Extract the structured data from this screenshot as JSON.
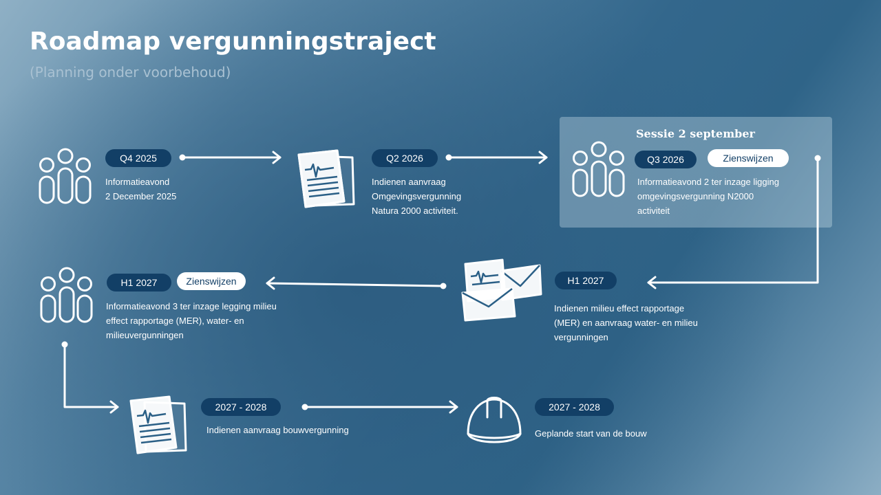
{
  "title": "Roadmap vergunningstraject",
  "subtitle": "(Planning onder voorbehoud)",
  "session": {
    "title": "Sessie 2 september"
  },
  "milestones": [
    {
      "period": "Q4 2025",
      "icon": "people-icon",
      "description_lines": [
        "Informatieavond",
        "2 December 2025"
      ]
    },
    {
      "period": "Q2 2026",
      "icon": "document-icon",
      "description_lines": [
        "Indienen aanvraag",
        "Omgevingsvergunning",
        "Natura 2000 activiteit."
      ]
    },
    {
      "period": "Q3 2026",
      "badge": "Zienswijzen",
      "icon": "people-icon",
      "description_lines": [
        "Informatieavond 2 ter inzage ligging",
        "omgevingsvergunning N2000",
        "activiteit"
      ]
    },
    {
      "period": "H1 2027",
      "icon": "envelopes-icon",
      "description_lines": [
        "Indienen milieu effect rapportage",
        "(MER) en aanvraag water- en milieu",
        "vergunningen"
      ]
    },
    {
      "period": "H1 2027",
      "badge": "Zienswijzen",
      "icon": "people-icon",
      "description_lines": [
        "Informatieavond 3 ter inzage legging milieu",
        "effect rapportage (MER), water- en",
        "milieuvergunningen"
      ]
    },
    {
      "period": "2027 - 2028",
      "icon": "document-icon",
      "description_lines": [
        "Indienen aanvraag bouwvergunning"
      ]
    },
    {
      "period": "2027 - 2028",
      "icon": "hard-hat-icon",
      "description_lines": [
        "Geplande start van de bouw"
      ]
    }
  ],
  "colors": {
    "pill_dark": "#123f66",
    "pill_light": "#ffffff",
    "text": "#ffffff",
    "subtitle": "#a9c1d2"
  }
}
